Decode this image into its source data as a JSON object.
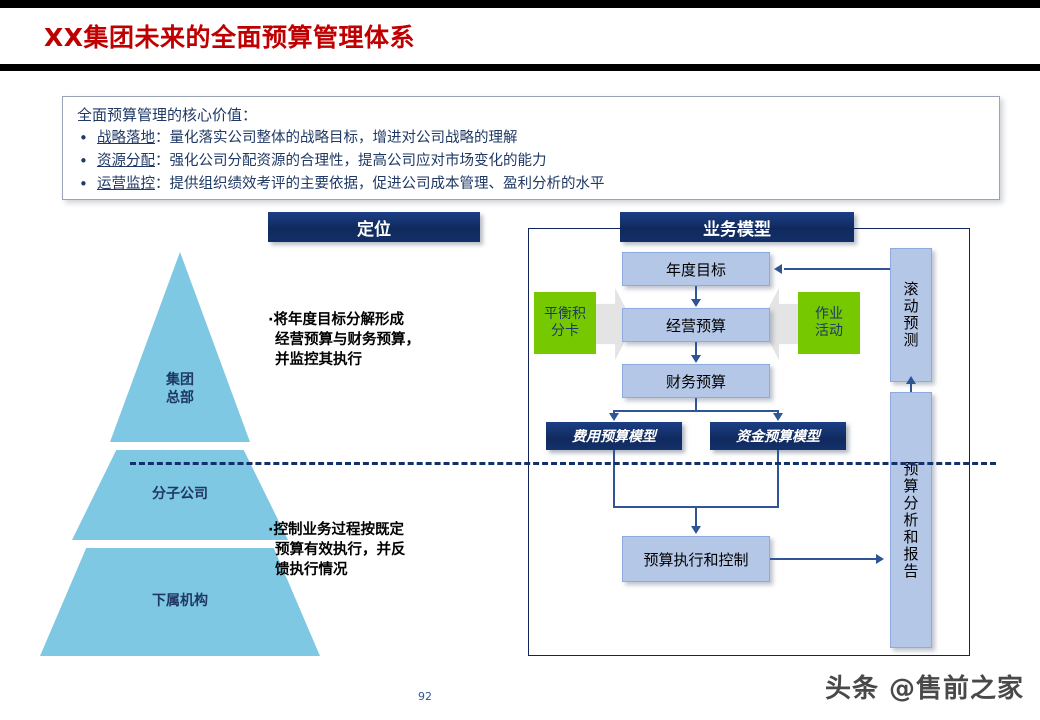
{
  "slide": {
    "title": "XX集团未来的全面预算管理体系",
    "page_number": "92",
    "watermark": "头条 @售前之家",
    "title_color": "#c00000",
    "accent_navy": "#13306b",
    "accent_blue": "#b4c7e7",
    "accent_green": "#76c900",
    "pyramid_blue": "#7ec8e3"
  },
  "value_box": {
    "title": "全面预算管理的核心价值：",
    "items": [
      {
        "keyword": "战略落地",
        "separator": "：",
        "text": "量化落实公司整体的战略目标，增进对公司战略的理解"
      },
      {
        "keyword": "资源分配",
        "separator": "：",
        "text": "强化公司分配资源的合理性，提高公司应对市场变化的能力"
      },
      {
        "keyword": "运营监控",
        "separator": "：",
        "text": "提供组织绩效考评的主要依据，促进公司成本管理、盈利分析的水平"
      }
    ]
  },
  "banners": {
    "positioning": "定位",
    "business_model": "业务模型"
  },
  "pyramid": {
    "levels": [
      {
        "label": "集团\n总部"
      },
      {
        "label": "分子公司"
      },
      {
        "label": "下属机构"
      }
    ],
    "top_label_line1": "集团",
    "top_label_line2": "总部",
    "mid_label": "分子公司",
    "bottom_label": "下属机构"
  },
  "side_bullets": {
    "upper": "·将年度目标分解形成经营预算与财务预算，并监控其执行",
    "upper_lines": [
      "·将年度目标分解形成",
      "经营预算与财务预算，",
      "并监控其执行"
    ],
    "lower": "·控制业务过程按既定预算有效执行，并反馈执行情况",
    "lower_lines": [
      "·控制业务过程按既定",
      "预算有效执行，并反",
      "馈执行情况"
    ]
  },
  "flow": {
    "annual_goal": "年度目标",
    "operating_budget": "经营预算",
    "financial_budget": "财务预算",
    "expense_model": "费用预算模型",
    "fund_model": "资金预算模型",
    "budget_execution": "预算执行和控制",
    "rolling_forecast": "滚动预测",
    "budget_analysis": "预算分析和报告",
    "balanced_scorecard_line1": "平衡积",
    "balanced_scorecard_line2": "分卡",
    "activity_line1": "作业",
    "activity_line2": "活动"
  }
}
